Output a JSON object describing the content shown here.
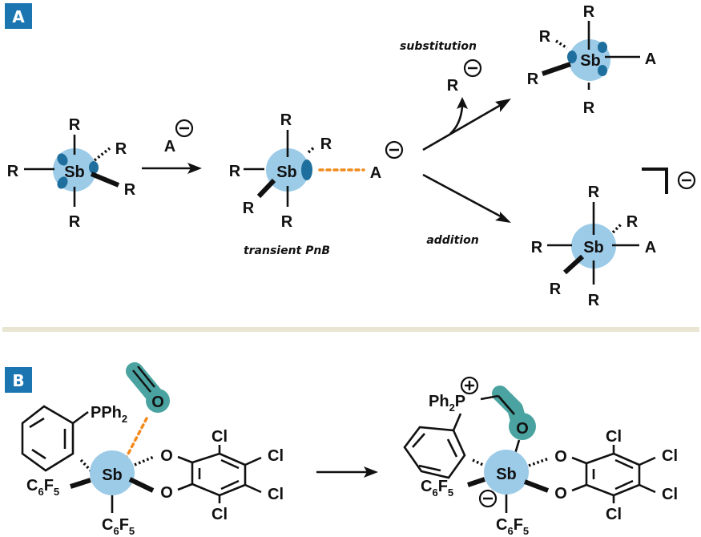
{
  "panels": {
    "a": {
      "label": "A"
    },
    "b": {
      "label": "B"
    }
  },
  "atoms": {
    "R": "R",
    "Sb": "Sb",
    "A": "A",
    "O": "O",
    "Cl": "Cl",
    "P": "P",
    "PPh": "PPh",
    "Ph": "Ph",
    "C": "C",
    "F": "F",
    "two": "2",
    "six": "6",
    "five": "5"
  },
  "labels": {
    "reagent": "A",
    "transient": "transient PnB",
    "substitution": "substitution",
    "addition": "addition",
    "leaving_group": "R"
  },
  "charges": {
    "minus": "−",
    "plus": "+"
  },
  "colors": {
    "panel_badge": "#1a75b0",
    "sb_sphere": "#9ccbe8",
    "sigma_hole": "#1e6f9e",
    "interaction": "#f28a1e",
    "carbonyl_highlight": "#4aa3a0",
    "divider": "#e8e6d2"
  }
}
